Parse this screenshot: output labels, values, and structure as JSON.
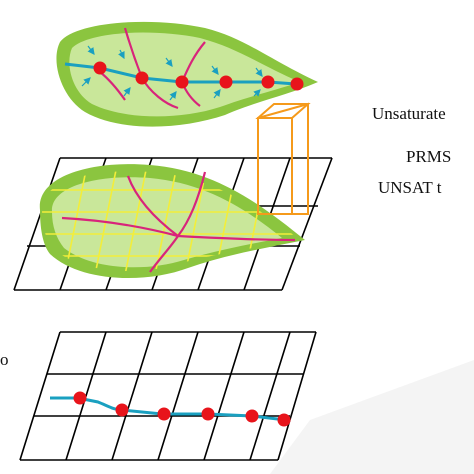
{
  "labels": {
    "unsaturated": "Unsaturate",
    "prms": "PRMS",
    "unsat": "UNSAT t",
    "left_fragment_top": "",
    "left_fragment_bottom": "o"
  },
  "colors": {
    "leaf_outer": "#8bc53f",
    "leaf_inner": "#c9e79a",
    "stream": "#1aa0c0",
    "vein": "#d8247b",
    "node": "#e8141b",
    "column": "#f59a1b",
    "grid_yellow": "#f3ee3a",
    "grid_black": "#000000"
  },
  "icons": {
    "inflow_arrows": "arrow-icon",
    "node_markers": "circle-icon"
  }
}
